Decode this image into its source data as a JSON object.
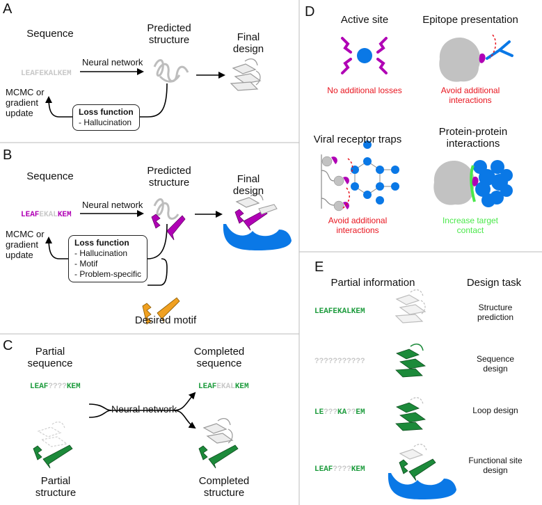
{
  "panelA": {
    "letter": "A",
    "sequence_label": "Sequence",
    "predicted_label": "Predicted structure",
    "final_label": "Final design",
    "sequence": "LEAFEKALKEM",
    "nn_label": "Neural network",
    "update_label": "MCMC or gradient update",
    "loss_title": "Loss function",
    "loss_items": [
      "- Hallucination"
    ]
  },
  "panelB": {
    "letter": "B",
    "sequence_label": "Sequence",
    "predicted_label": "Predicted structure",
    "final_label": "Final design",
    "seq_part1": "LEAF",
    "seq_part2": "EKAL",
    "seq_part3": "KEM",
    "nn_label": "Neural network",
    "update_label": "MCMC or gradient update",
    "loss_title": "Loss function",
    "loss_items": [
      "- Hallucination",
      "- Motif",
      "- Problem-specific"
    ],
    "motif_label": "Desired motif"
  },
  "panelC": {
    "letter": "C",
    "partial_seq_label": "Partial sequence",
    "completed_seq_label": "Completed sequence",
    "partial_seq_1": "LEAF",
    "partial_seq_2": "????",
    "partial_seq_3": "KEM",
    "completed_seq_1": "LEAF",
    "completed_seq_2": "EKAL",
    "completed_seq_3": "KEM",
    "nn_label": "Neural network",
    "partial_struct_label": "Partial structure",
    "completed_struct_label": "Completed structure"
  },
  "panelD": {
    "letter": "D",
    "active_site": "Active site",
    "active_site_note": "No additional losses",
    "epitope": "Epitope presentation",
    "epitope_note": "Avoid additional interactions",
    "viral": "Viral receptor traps",
    "viral_note": "Avoid additional interactions",
    "ppi": "Protein-protein interactions",
    "ppi_note": "Increase target contact"
  },
  "panelE": {
    "letter": "E",
    "col1": "Partial information",
    "col2": "Design task",
    "rows": [
      {
        "seq": [
          "LEAFEKALKEM"
        ],
        "task": "Structure prediction"
      },
      {
        "seq": [
          "???????????"
        ],
        "task": "Sequence design"
      },
      {
        "seq": [
          "LE",
          "???",
          "KA",
          "??",
          "EM"
        ],
        "task": "Loop design"
      },
      {
        "seq": [
          "LEAF",
          "????",
          "KEM"
        ],
        "task": "Functional site design"
      }
    ]
  },
  "colors": {
    "magenta": "#b000b5",
    "green": "#1c8a3a",
    "blue": "#0a78e6",
    "orange": "#f0a020",
    "red": "#e8141e",
    "lightgreen": "#4be84b",
    "gray": "#c8c8c8"
  }
}
